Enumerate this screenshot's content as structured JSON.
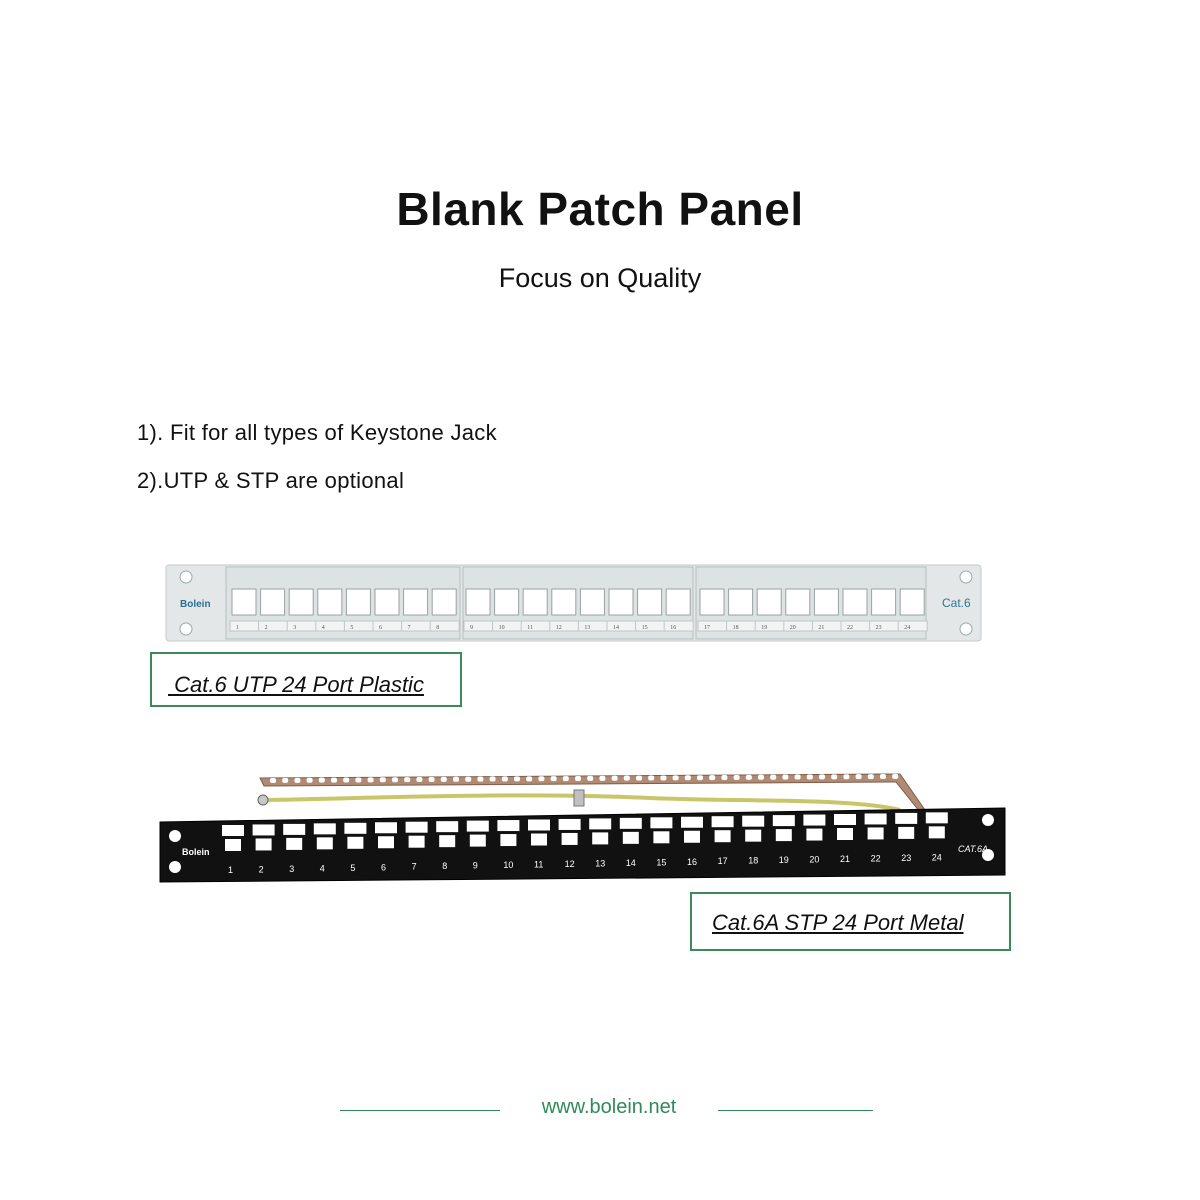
{
  "header": {
    "title": "Blank Patch Panel",
    "subtitle": "Focus on Quality"
  },
  "features": [
    "1). Fit for all types of Keystone Jack",
    "2).UTP & STP are optional"
  ],
  "products": [
    {
      "caption": " Cat.6 UTP 24 Port Plastic",
      "brand": "Bolein",
      "category_label": "Cat.6",
      "ports": 24,
      "port_numbers": [
        "1",
        "2",
        "3",
        "4",
        "5",
        "6",
        "7",
        "8",
        "9",
        "10",
        "11",
        "12",
        "13",
        "14",
        "15",
        "16",
        "17",
        "18",
        "19",
        "20",
        "21",
        "22",
        "23",
        "24"
      ],
      "color": "#dfe4e4"
    },
    {
      "caption": "Cat.6A STP 24 Port Metal",
      "brand": "Bolein",
      "category_label": "CAT.6A",
      "ports": 24,
      "port_numbers": [
        "1",
        "2",
        "3",
        "4",
        "5",
        "6",
        "7",
        "8",
        "9",
        "10",
        "11",
        "12",
        "13",
        "14",
        "15",
        "16",
        "17",
        "18",
        "19",
        "20",
        "21",
        "22",
        "23",
        "24"
      ],
      "color": "#111111"
    }
  ],
  "footer": {
    "url": "www.bolein.net",
    "accent_color": "#2e8b57"
  }
}
